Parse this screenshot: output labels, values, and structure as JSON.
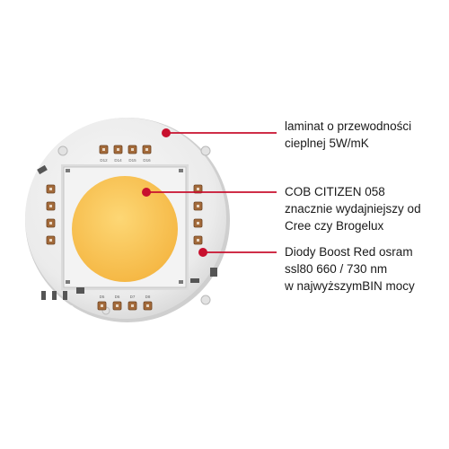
{
  "colors": {
    "board": "#ececec",
    "board_shadow": "#c9c9c9",
    "cob_phosphor": "#fbc85a",
    "cob_frame": "#f5f5f5",
    "led_pad": "#a36a3a",
    "callout_line": "#c8102e"
  },
  "callouts": [
    {
      "id": "laminate",
      "lines": [
        "laminat o przewodności",
        "cieplnej 5W/mK"
      ]
    },
    {
      "id": "cob",
      "lines": [
        "COB CITIZEN 058",
        "znacznie wydajniejszy od",
        "Cree czy Brogelux"
      ]
    },
    {
      "id": "diodes",
      "lines": [
        "Diody Boost Red osram",
        "ssl80 660 / 730 nm",
        "w najwyższymBIN mocy"
      ]
    }
  ],
  "board_labels": {
    "top": [
      "D12",
      "D14",
      "D15",
      "D16"
    ],
    "bottom": [
      "D5",
      "D6",
      "D7",
      "D8"
    ]
  }
}
